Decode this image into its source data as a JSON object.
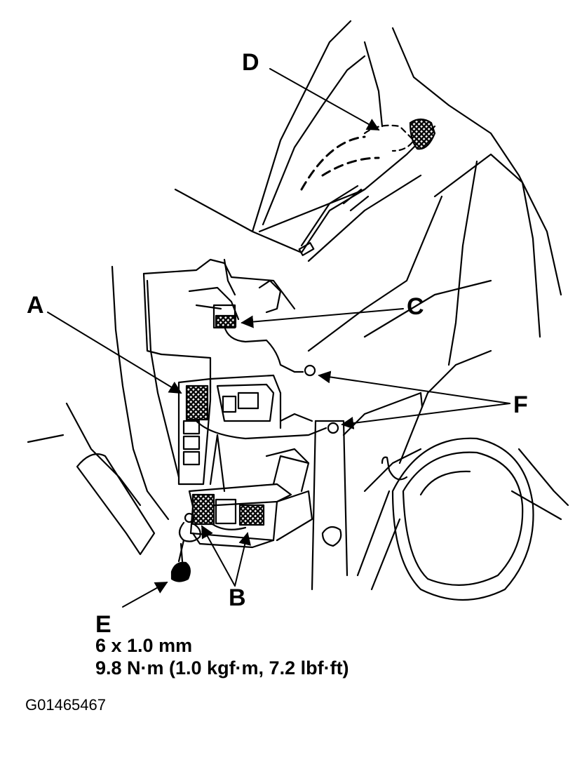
{
  "callouts": {
    "a": "A",
    "b": "B",
    "c": "C",
    "d": "D",
    "e": "E",
    "f": "F"
  },
  "fastener": {
    "size": "6 x 1.0 mm",
    "torque": "9.8 N·m (1.0 kgf·m, 7.2 lbf·ft)"
  },
  "figure_id": "G01465467",
  "colors": {
    "ink": "#000000",
    "paper": "#ffffff"
  }
}
